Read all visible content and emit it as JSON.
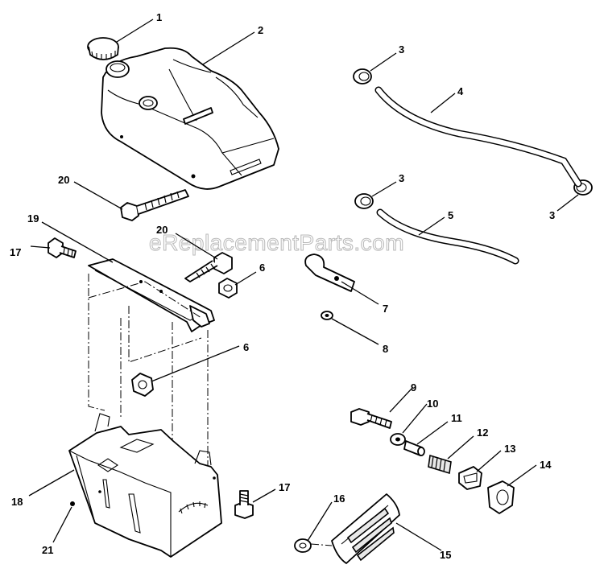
{
  "watermark": "eReplacementParts.com",
  "callouts": {
    "c1": "1",
    "c2": "2",
    "c3a": "3",
    "c3b": "3",
    "c3c": "3",
    "c4": "4",
    "c5": "5",
    "c6a": "6",
    "c6b": "6",
    "c7": "7",
    "c8": "8",
    "c9": "9",
    "c10": "10",
    "c11": "11",
    "c12": "12",
    "c13": "13",
    "c14": "14",
    "c15": "15",
    "c16": "16",
    "c17a": "17",
    "c17b": "17",
    "c18": "18",
    "c19": "19",
    "c20a": "20",
    "c20b": "20",
    "c21": "21"
  }
}
